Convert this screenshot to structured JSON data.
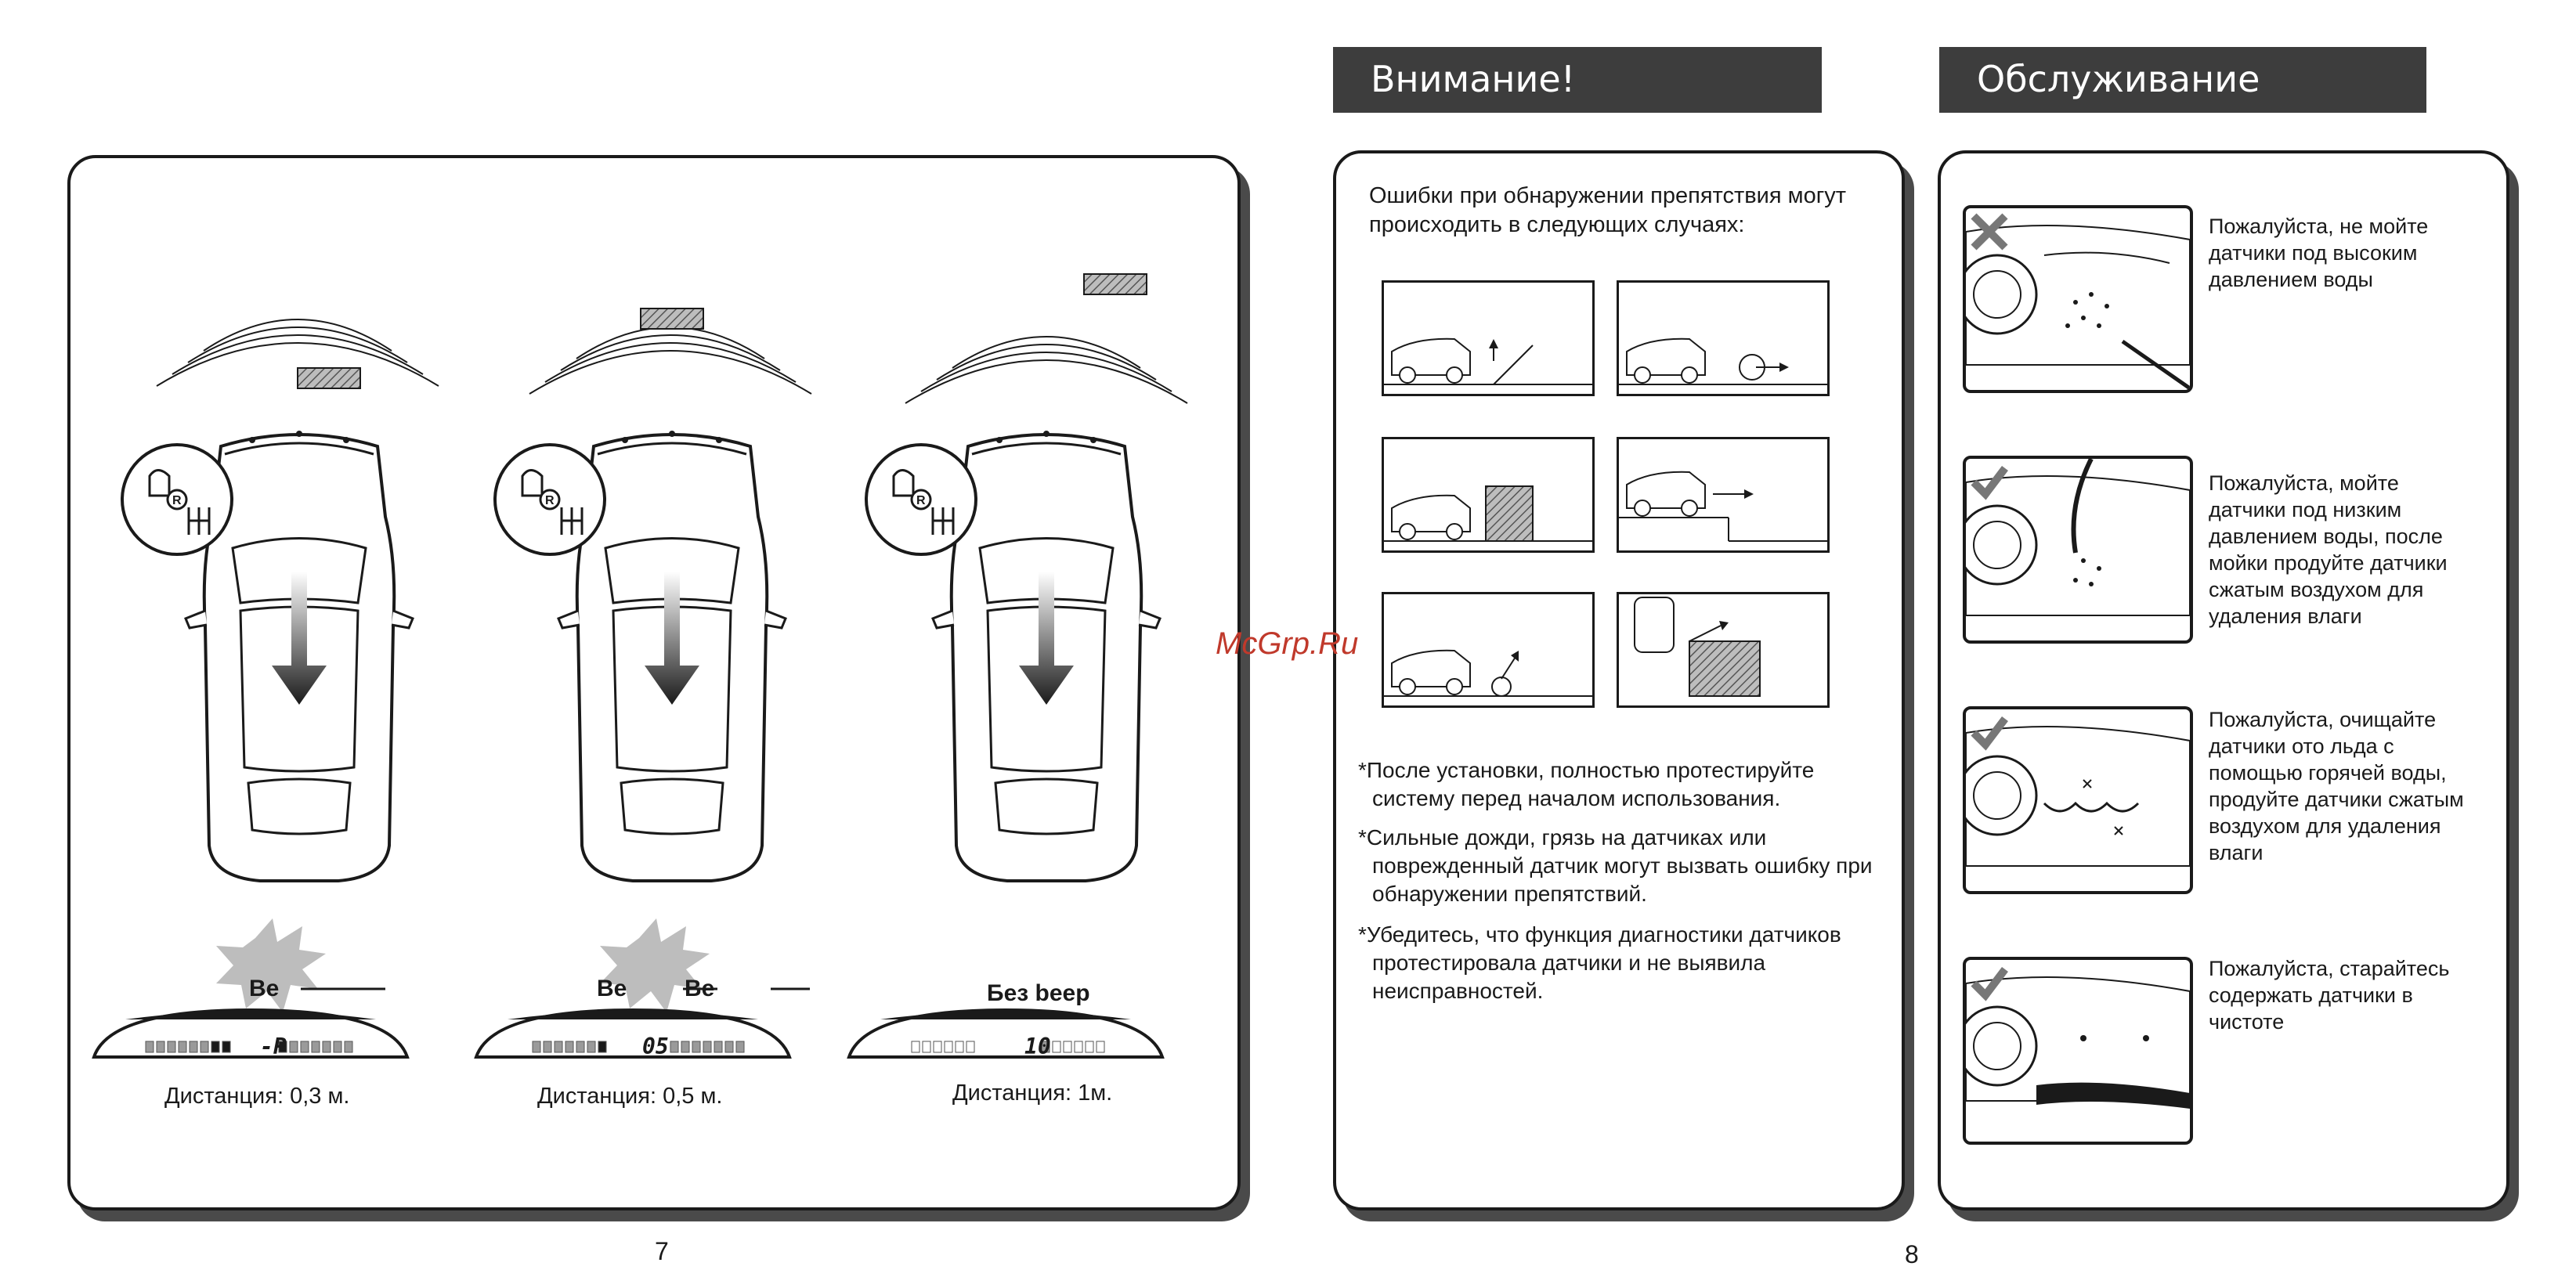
{
  "left_page": {
    "page_number": "7",
    "examples": [
      {
        "beep": "Be",
        "beep2": "",
        "display": "-P",
        "distance": "Дистанция: 0,3 м."
      },
      {
        "beep": "Be",
        "beep2": "Be",
        "display": "05",
        "distance": "Дистанция: 0,5 м."
      },
      {
        "beep": "Без beep",
        "beep2": "",
        "display": "10",
        "distance": "Дистанция: 1м."
      }
    ]
  },
  "attention": {
    "title": "Внимание!",
    "intro": "Ошибки при обнаружении препятствия могут происходить в следующих случаях:",
    "notes": [
      "*После установки, полностью протестируйте систему перед началом использования.",
      "*Сильные дожди, грязь на датчиках или поврежденный датчик могут вызвать ошибку при обнаружении препятствий.",
      "*Убедитесь, что функция диагностики  датчиков протестировала датчики и не выявила неисправностей."
    ],
    "page_number": "8"
  },
  "maintenance": {
    "title": "Обслуживание датчиков",
    "items": [
      {
        "status": "cross",
        "text": "Пожалуйста, не мойте датчики  под высоким давлением воды"
      },
      {
        "status": "check",
        "text": "Пожалуйста, мойте датчики под низким давлением воды, после мойки продуйте датчики сжатым воздухом для удаления  влаги"
      },
      {
        "status": "check",
        "text": "Пожалуйста, очищайте датчики ото льда с помощью  горячей воды, продуйте датчики сжатым воздухом для удаления влаги"
      },
      {
        "status": "check",
        "text": "Пожалуйста, старайтесь содержать датчики в чистоте"
      }
    ]
  },
  "watermark": "McGrp.Ru",
  "colors": {
    "header_bg": "#3d3d3d",
    "watermark": "#c0392b",
    "shadow": "#4a4a4a"
  }
}
